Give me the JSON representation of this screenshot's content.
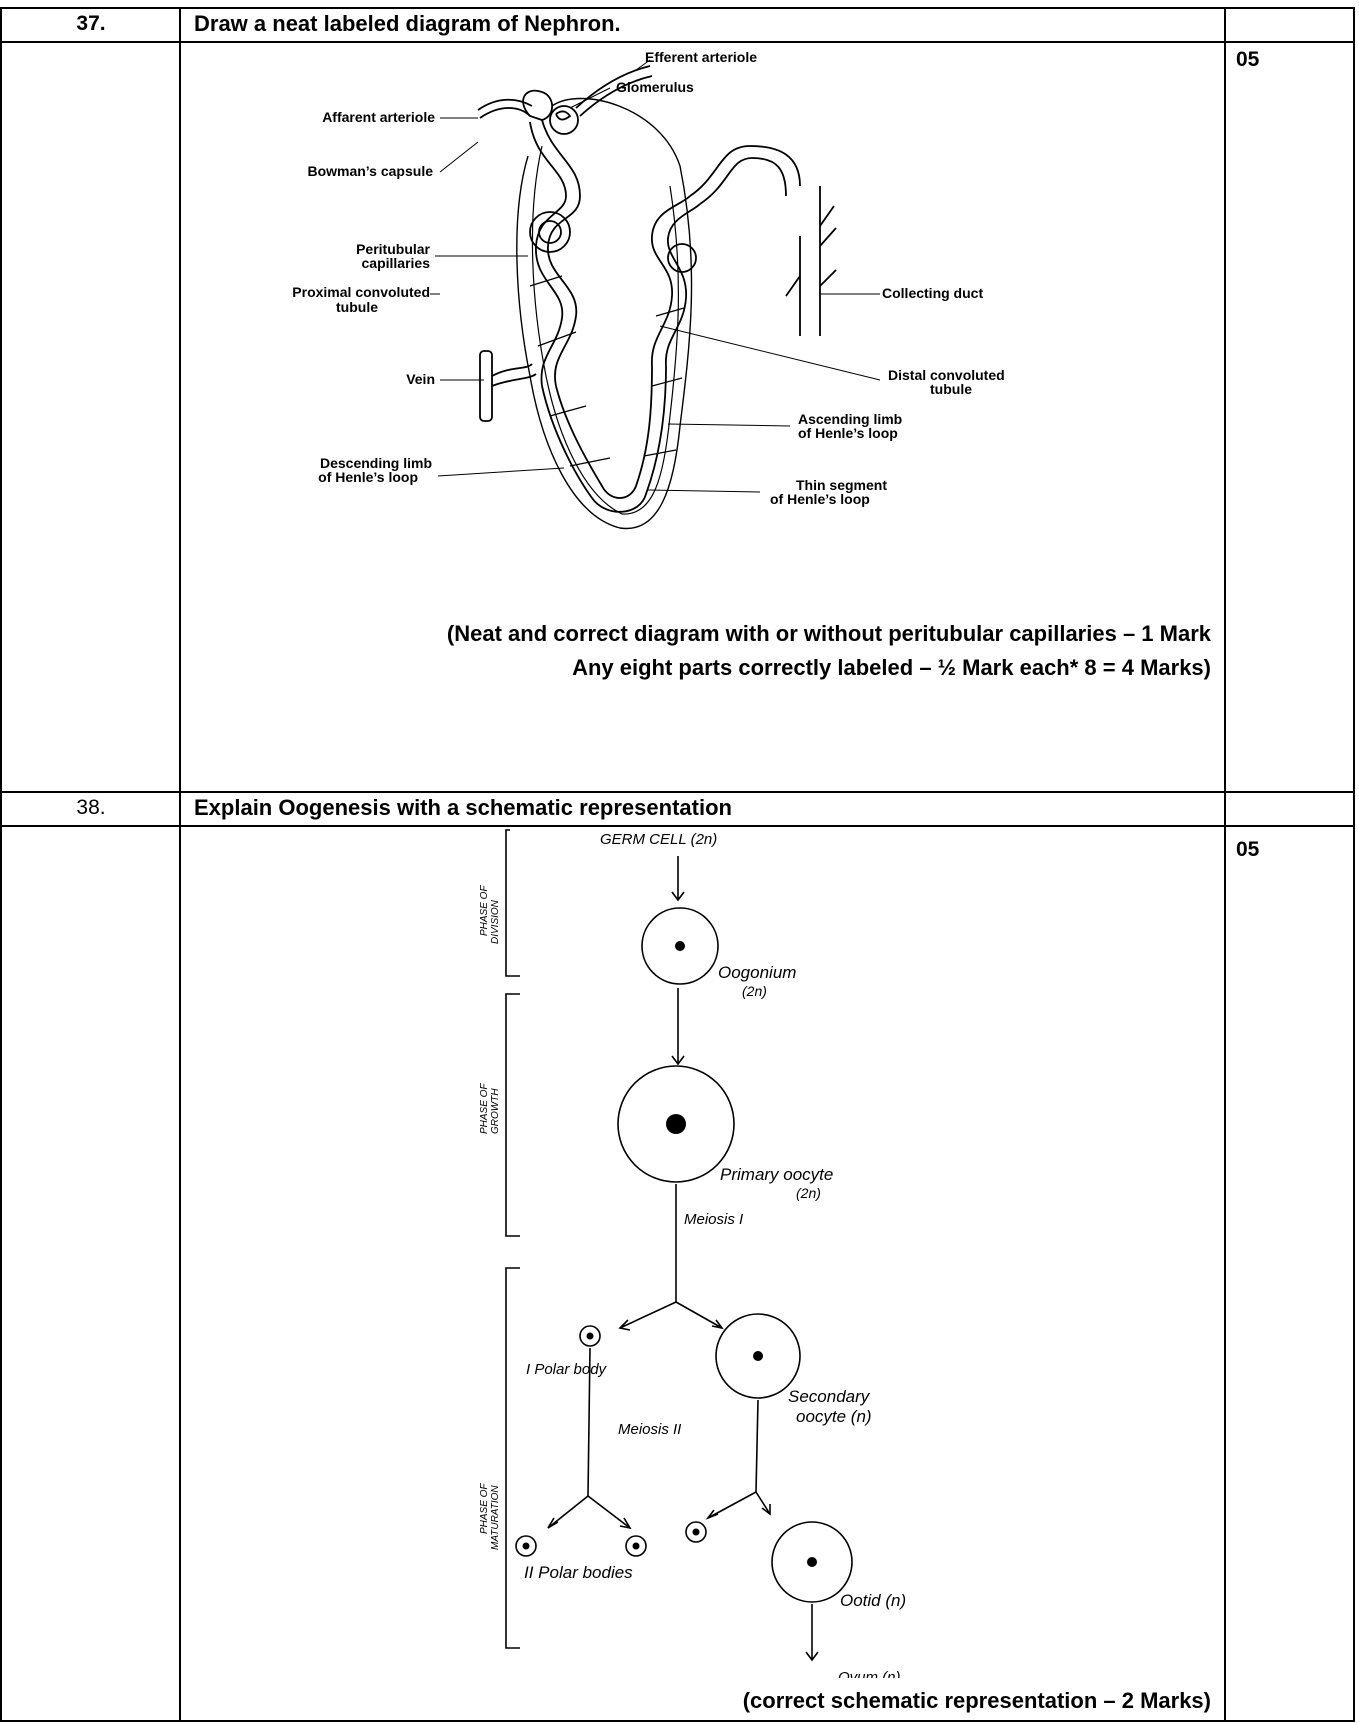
{
  "q37": {
    "number": "37.",
    "question": "Draw a neat labeled diagram of Nephron.",
    "marks": "05",
    "labels": {
      "efferent": "Efferent arteriole",
      "glomerulus": "Glomerulus",
      "afferent": "Affarent arteriole",
      "bowman": "Bowman’s capsule",
      "peritubular_1": "Peritubular",
      "peritubular_2": "capillaries",
      "pct_1": "Proximal convoluted",
      "pct_2": "tubule",
      "vein": "Vein",
      "descending_1": "Descending limb",
      "descending_2": "of Henle’s loop",
      "collecting": "Collecting duct",
      "dct_1": "Distal convoluted",
      "dct_2": "tubule",
      "ascending_1": "Ascending limb",
      "ascending_2": "of Henle’s loop",
      "thin_1": "Thin segment",
      "thin_2": "of Henle’s loop"
    },
    "caption_1": "(Neat and correct diagram with or without peritubular capillaries – 1 Mark",
    "caption_2": "Any eight parts correctly labeled – ½ Mark each* 8 = 4 Marks)"
  },
  "q38": {
    "number": "38.",
    "question": "Explain Oogenesis with a schematic representation",
    "marks": "05",
    "labels": {
      "germ": "GERM CELL (2n)",
      "oogonium": "Oogonium",
      "oogonium_ploidy": "(2n)",
      "primary": "Primary oocyte",
      "primary_ploidy": "(2n)",
      "meiosis1": "Meiosis I",
      "polar1": "I Polar body",
      "secondary_1": "Secondary",
      "secondary_2": "oocyte (n)",
      "meiosis2": "Meiosis II",
      "polar2": "II Polar bodies",
      "ootid": "Ootid (n)",
      "ovum": "Ovum (n)",
      "phase_division_1": "PHASE OF",
      "phase_division_2": "DIVISION",
      "phase_growth_1": "PHASE OF",
      "phase_growth_2": "GROWTH",
      "phase_maturation_1": "PHASE OF",
      "phase_maturation_2": "MATURATION"
    },
    "caption": "(correct schematic representation – 2 Marks)"
  }
}
